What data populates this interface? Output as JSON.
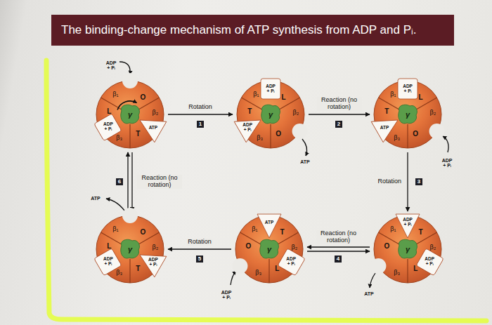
{
  "diagram": {
    "title": "The binding-change mechanism of ATP synthesis from ADP and Pᵢ.",
    "nodes": [
      {
        "text": [
          "β₁",
          "β₂",
          "β₃",
          "γ",
          "O",
          "T",
          "L",
          "ATP",
          "ADP + Pᵢ"
        ]
      },
      {
        "text": [
          "β₁",
          "β₂",
          "β₃",
          "γ",
          "L",
          "O",
          "T",
          "ADP + Pᵢ",
          "ADP + Pᵢ"
        ]
      },
      {
        "text": [
          "β₁",
          "β₂",
          "β₃",
          "γ",
          "L",
          "O",
          "T",
          "ADP + Pᵢ",
          "ATP"
        ]
      },
      {
        "text": [
          "β₁",
          "β₂",
          "β₃",
          "γ",
          "O",
          "T",
          "L",
          "ADP + Pᵢ",
          "ADP + Pᵢ"
        ]
      },
      {
        "text": [
          "β₁",
          "β₂",
          "β₃",
          "γ",
          "T",
          "L",
          "O",
          "ATP",
          "ADP + Pᵢ"
        ]
      },
      {
        "text": [
          "β₁",
          "β₂",
          "β₃",
          "γ",
          "T",
          "L",
          "O",
          "ADP + Pᵢ",
          "ADP + Pᵢ"
        ]
      }
    ],
    "edges": [
      {
        "from": 0,
        "to": 1,
        "arrow": "to",
        "label": "Rotation"
      },
      {
        "from": 1,
        "to": 2,
        "arrow": "to",
        "label": "Reaction (no rotation)"
      },
      {
        "from": 2,
        "to": 5,
        "arrow": "to",
        "label": "Rotation"
      },
      {
        "from": 5,
        "to": 4,
        "arrow": "both",
        "label": "Reaction (no rotation)"
      },
      {
        "from": 4,
        "to": 3,
        "arrow": "to",
        "label": "Rotation"
      },
      {
        "from": 3,
        "to": 0,
        "arrow": "both",
        "label": "Reaction (no rotation)"
      }
    ],
    "labels": [
      "1",
      "2",
      "3",
      "4",
      "5",
      "6",
      "ADP + Pᵢ",
      "ATP",
      "ADP + Pᵢ",
      "ATP",
      "ADP + Pᵢ",
      "ATP"
    ]
  }
}
